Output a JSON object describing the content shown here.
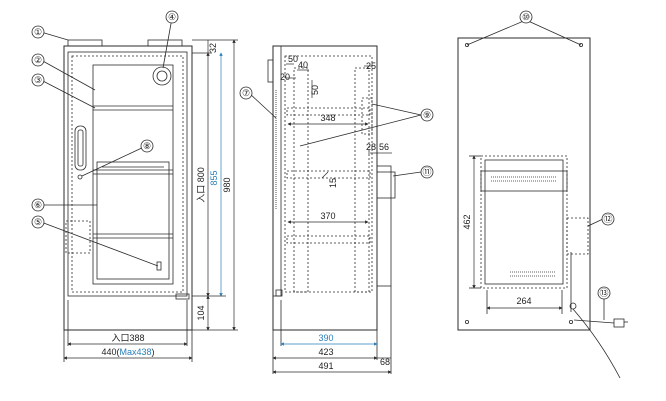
{
  "callouts": [
    "①",
    "②",
    "③",
    "④",
    "⑤",
    "⑥",
    "⑦",
    "⑧",
    "⑨",
    "⑩",
    "⑪",
    "⑫",
    "⑬"
  ],
  "front": {
    "dim_top": "32",
    "dim_inner_height": "入口 800",
    "dim_855": "855",
    "dim_total_height": "980",
    "dim_bottom": "104",
    "dim_entrance_width": "入口388",
    "dim_width_prefix": "440(",
    "dim_width_max": "Max438",
    "dim_width_suffix": ")"
  },
  "side": {
    "dim_50": "50",
    "dim_40": "40",
    "dim_20": "20",
    "dim_50b": "50",
    "dim_25": "25",
    "dim_348": "348",
    "dim_28": "28",
    "dim_56": "56",
    "dim_15": "15",
    "dim_370": "370",
    "dim_390": "390",
    "dim_423": "423",
    "dim_68": "68",
    "dim_491": "491"
  },
  "rear": {
    "dim_462": "462",
    "dim_264": "264"
  },
  "colors": {
    "line": "#2b2b2b",
    "accent_blue": "#2a7fb8"
  }
}
